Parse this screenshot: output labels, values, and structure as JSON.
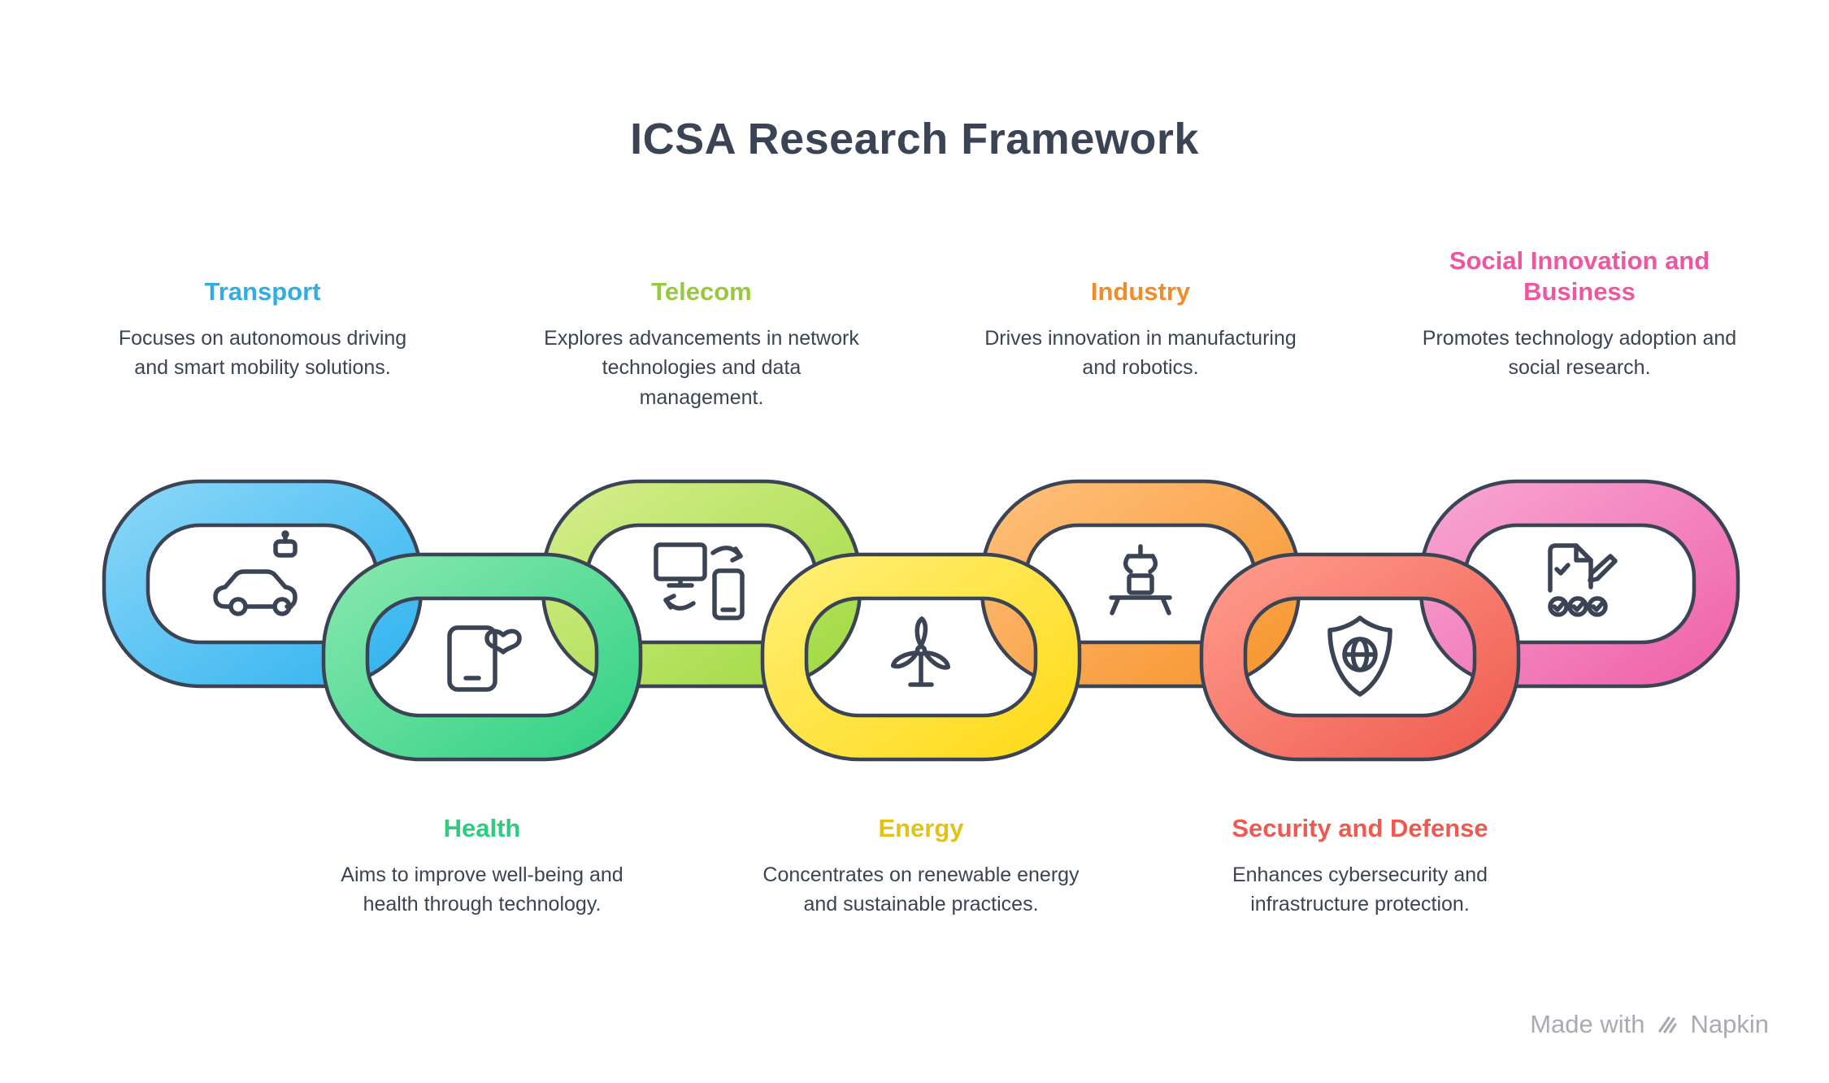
{
  "page": {
    "title": "ICSA Research Framework"
  },
  "theme": {
    "background": "#FFFFFF",
    "text_color": "#3A4454",
    "outline_color": "#3A4454",
    "footer_color": "#A9AAB2"
  },
  "links": [
    {
      "id": "transport",
      "title": "Transport",
      "description": "Focuses on autonomous driving and smart mobility solutions.",
      "heading_color": "#33ACE3",
      "gradient": [
        "#8ED8F8",
        "#2EB2EF"
      ],
      "icon": "autonomous-car-icon",
      "row": "top"
    },
    {
      "id": "health",
      "title": "Health",
      "description": "Aims to improve well-being and health through technology.",
      "heading_color": "#2ECC7E",
      "gradient": [
        "#8BE8B0",
        "#2FD183"
      ],
      "icon": "health-monitor-icon",
      "row": "bottom"
    },
    {
      "id": "telecom",
      "title": "Telecom",
      "description": "Explores advancements in network technologies and data management.",
      "heading_color": "#97C93D",
      "gradient": [
        "#D7EE8E",
        "#9ED93F"
      ],
      "icon": "devices-sync-icon",
      "row": "top"
    },
    {
      "id": "energy",
      "title": "Energy",
      "description": "Concentrates on renewable energy and sustainable practices.",
      "heading_color": "#E3C218",
      "gradient": [
        "#FFF07A",
        "#FFD914"
      ],
      "icon": "wind-turbine-icon",
      "row": "bottom"
    },
    {
      "id": "industry",
      "title": "Industry",
      "description": "Drives innovation in manufacturing and robotics.",
      "heading_color": "#F28C28",
      "gradient": [
        "#FFC17E",
        "#F6932B"
      ],
      "icon": "robot-arm-icon",
      "row": "top"
    },
    {
      "id": "security",
      "title": "Security and Defense",
      "description": "Enhances cybersecurity and infrastructure protection.",
      "heading_color": "#EF5A50",
      "gradient": [
        "#FF9E8E",
        "#EF5A4F"
      ],
      "icon": "shield-globe-icon",
      "row": "bottom"
    },
    {
      "id": "social",
      "title": "Social Innovation and Business",
      "description": "Promotes technology adoption and social research.",
      "heading_color": "#EF56A1",
      "gradient": [
        "#F8A8D4",
        "#EE5FA7"
      ],
      "icon": "survey-people-icon",
      "row": "top"
    }
  ],
  "footer": {
    "made_with": "Made with",
    "brand": "Napkin"
  }
}
